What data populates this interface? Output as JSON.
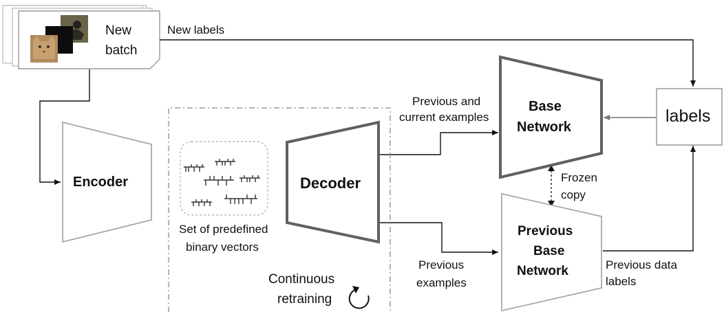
{
  "batch": {
    "line1": "New",
    "line2": "batch"
  },
  "edges": {
    "new_labels": "New labels",
    "prev_and_current_line1": "Previous and",
    "prev_and_current_line2": "current examples",
    "previous_examples_line1": "Previous",
    "previous_examples_line2": "examples",
    "frozen_line1": "Frozen",
    "frozen_line2": "copy",
    "previous_data_labels_line1": "Previous data",
    "previous_data_labels_line2": "labels"
  },
  "nodes": {
    "encoder": "Encoder",
    "decoder": "Decoder",
    "base_network_line1": "Base",
    "base_network_line2": "Network",
    "previous_base_line1": "Previous",
    "previous_base_line2": "Base",
    "previous_base_line3": "Network",
    "labels": "labels"
  },
  "binary_vectors": {
    "line1": "Set of predefined",
    "line2": "binary vectors"
  },
  "retraining": {
    "line1": "Continuous",
    "line2": "retraining"
  },
  "colors": {
    "trapezoid_dark": "#606060",
    "trapezoid_light": "#a8a8a8",
    "lines": "#111111",
    "dashed_frame": "#888888"
  }
}
